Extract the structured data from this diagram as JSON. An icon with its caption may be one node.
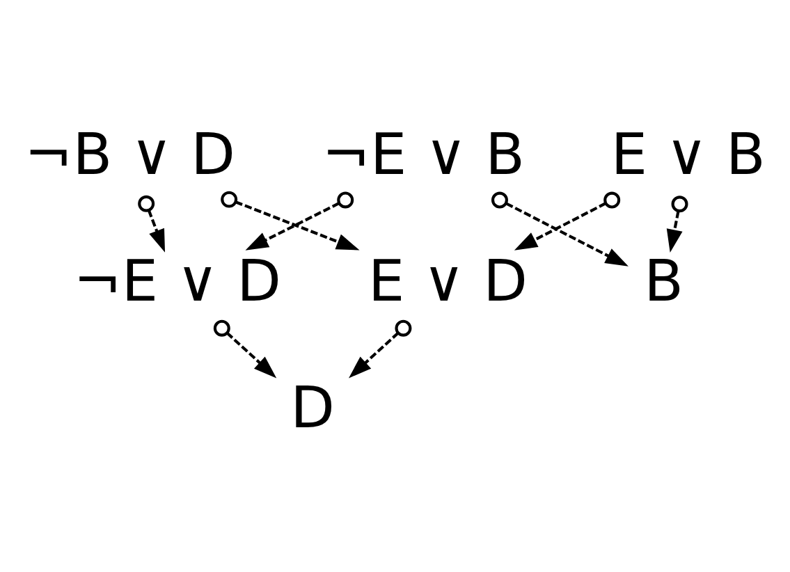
{
  "diagram": {
    "nodes": [
      {
        "text": [
          "E ∨ B"
        ]
      },
      {
        "text": [
          "¬B ∨ D"
        ]
      },
      {
        "text": [
          "¬E ∨ B"
        ]
      },
      {
        "text": [
          "E ∨ D"
        ]
      },
      {
        "text": [
          "¬E ∨ D"
        ]
      },
      {
        "text": [
          "D"
        ]
      },
      {
        "text": [
          "B"
        ]
      }
    ],
    "edges": [
      {
        "from": 0,
        "to": 3,
        "arrow": "to",
        "style": "dashed"
      },
      {
        "from": 0,
        "to": 6,
        "arrow": "to",
        "style": "dashed"
      },
      {
        "from": 1,
        "to": 3,
        "arrow": "to",
        "style": "dashed"
      },
      {
        "from": 1,
        "to": 4,
        "arrow": "to",
        "style": "dashed"
      },
      {
        "from": 2,
        "to": 4,
        "arrow": "to",
        "style": "dashed"
      },
      {
        "from": 2,
        "to": 6,
        "arrow": "to",
        "style": "dashed"
      },
      {
        "from": 3,
        "to": 5,
        "arrow": "to",
        "style": "dashed"
      },
      {
        "from": 4,
        "to": 5,
        "arrow": "to",
        "style": "dashed"
      }
    ]
  }
}
